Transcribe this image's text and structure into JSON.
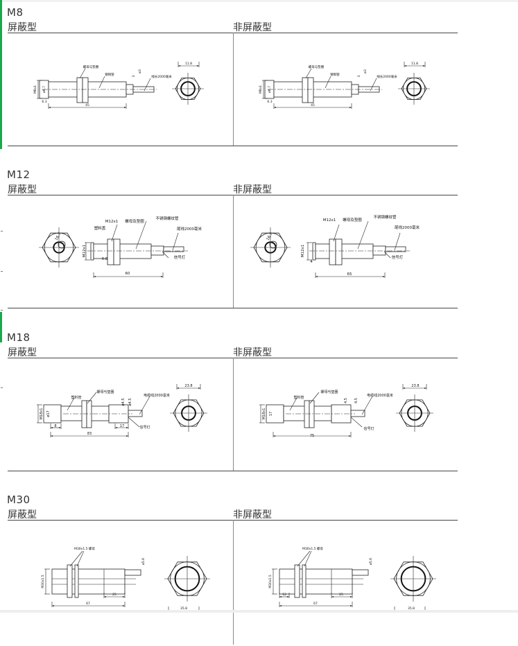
{
  "sections": [
    {
      "title": "M8",
      "panels": [
        {
          "subtitle": "屏蔽型",
          "labels": [
            "螺母与垫圈",
            "镀铜管",
            "线长2000毫米",
            "M8x1",
            "ø6.7",
            "6.3",
            "3",
            "ø3",
            "45",
            "11.8"
          ]
        },
        {
          "subtitle": "非屏蔽型",
          "labels": [
            "螺母与垫圈",
            "镀铜管",
            "线长2000毫米",
            "M8x1",
            "ø6.7",
            "6.3",
            "3",
            "ø3",
            "45",
            "11.8"
          ]
        }
      ]
    },
    {
      "title": "M12",
      "panels": [
        {
          "subtitle": "屏蔽型",
          "labels": [
            "16.7",
            "塑料盖",
            "M12x1",
            "螺母及垫圈",
            "不锈钢螺纹管",
            "尾线2000毫米",
            "信号灯",
            "M12x1",
            "0.8",
            "60"
          ]
        },
        {
          "subtitle": "非屏蔽型",
          "labels": [
            "16.7",
            "M12x1",
            "螺母及垫圈",
            "不锈钢螺纹管",
            "尾线2000毫米",
            "信号灯",
            "M12x1",
            "4",
            "65"
          ]
        }
      ]
    },
    {
      "title": "M18",
      "panels": [
        {
          "subtitle": "屏蔽型",
          "labels": [
            "塑料管",
            "螺母与垫圈",
            "ø4.5",
            "ø4.5",
            "电缆线2000毫米",
            "信号灯",
            "M18x1",
            "ø17",
            "8",
            "17",
            "83",
            "23.8"
          ]
        },
        {
          "subtitle": "非屏蔽型",
          "labels": [
            "塑料管",
            "螺母与垫圈",
            "4.5",
            "4.5",
            "电缆线2000毫米",
            "信号灯",
            "M18x1",
            "17",
            "75",
            "23.8"
          ]
        }
      ]
    },
    {
      "title": "M30",
      "panels": [
        {
          "subtitle": "屏蔽型",
          "labels": [
            "M30x1.5 螺母",
            "ø5.6",
            "M30x1.5",
            "25",
            "67",
            "35.8"
          ]
        },
        {
          "subtitle": "非屏蔽型",
          "labels": [
            "M30x1.5 螺母",
            "ø5.6",
            "M30x1.5",
            "12",
            "25",
            "67",
            "35.8"
          ]
        }
      ]
    }
  ]
}
